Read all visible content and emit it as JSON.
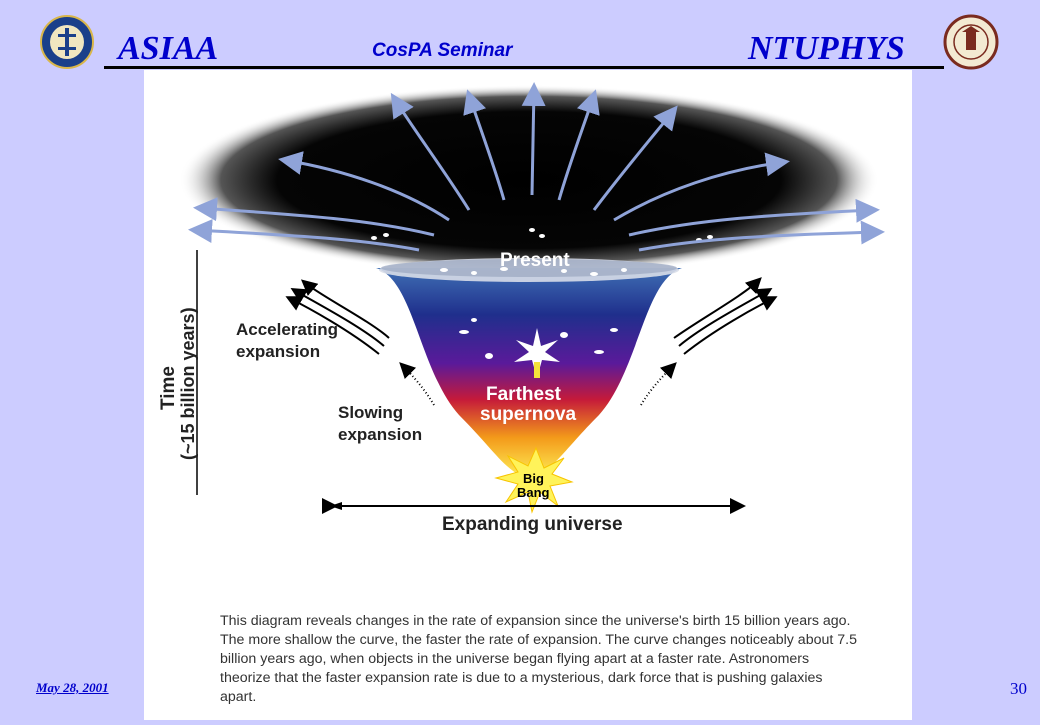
{
  "header": {
    "left_title": "ASIAA",
    "center_title": "CosPA  Seminar",
    "right_title": "NTUPHYS"
  },
  "diagram": {
    "present_label": "Present",
    "accelerating_label_1": "Accelerating",
    "accelerating_label_2": "expansion",
    "slowing_label_1": "Slowing",
    "slowing_label_2": "expansion",
    "time_label_1": "Time",
    "time_label_2": "(~15 billion years)",
    "supernova_label_1": "Farthest",
    "supernova_label_2": "supernova",
    "bigbang_label_1": "Big",
    "bigbang_label_2": "Bang",
    "expanding_label": "Expanding universe"
  },
  "caption": "This diagram reveals changes in the rate of expansion since the universe's birth 15 billion years ago. The more shallow the curve, the faster the rate of expansion. The curve changes noticeably about 7.5 billion years ago, when objects in the universe began flying apart at a faster rate. Astronomers theorize that the faster expansion rate is due to a mysterious, dark force that is pushing galaxies apart.",
  "footer": {
    "date": "May 28, 2001",
    "page": "30"
  },
  "colors": {
    "background": "#ccccff",
    "title_text": "#0000cc"
  }
}
